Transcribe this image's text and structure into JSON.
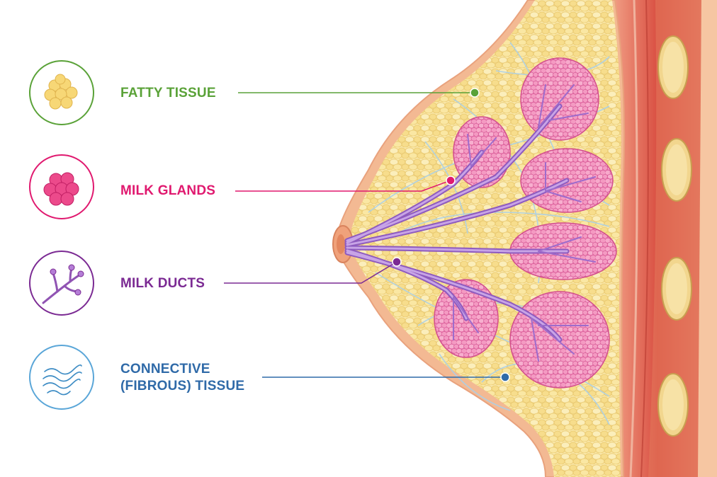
{
  "legend": [
    {
      "key": "fatty",
      "label": "FATTY TISSUE",
      "color": "#5aa238",
      "icon": "fat-cluster-icon"
    },
    {
      "key": "glands",
      "label": "MILK GLANDS",
      "color": "#e0196f",
      "icon": "gland-cluster-icon"
    },
    {
      "key": "ducts",
      "label": "MILK DUCTS",
      "color": "#7b2a93",
      "icon": "duct-branch-icon"
    },
    {
      "key": "connective",
      "label_line1": "CONNECTIVE",
      "label_line2": "(FIBROUS) TISSUE",
      "color": "#2f6aa8",
      "icon": "wavy-fibers-icon"
    }
  ],
  "colors": {
    "fat": "#f7df92",
    "fat_outline": "#e8c266",
    "gland": "#f08ab8",
    "gland_dark": "#d9468e",
    "duct": "#a97bd0",
    "fiber": "#b9d8ec",
    "skin": "#f6c9a8",
    "muscle": "#d9564a",
    "rib": "#f0d28a"
  }
}
